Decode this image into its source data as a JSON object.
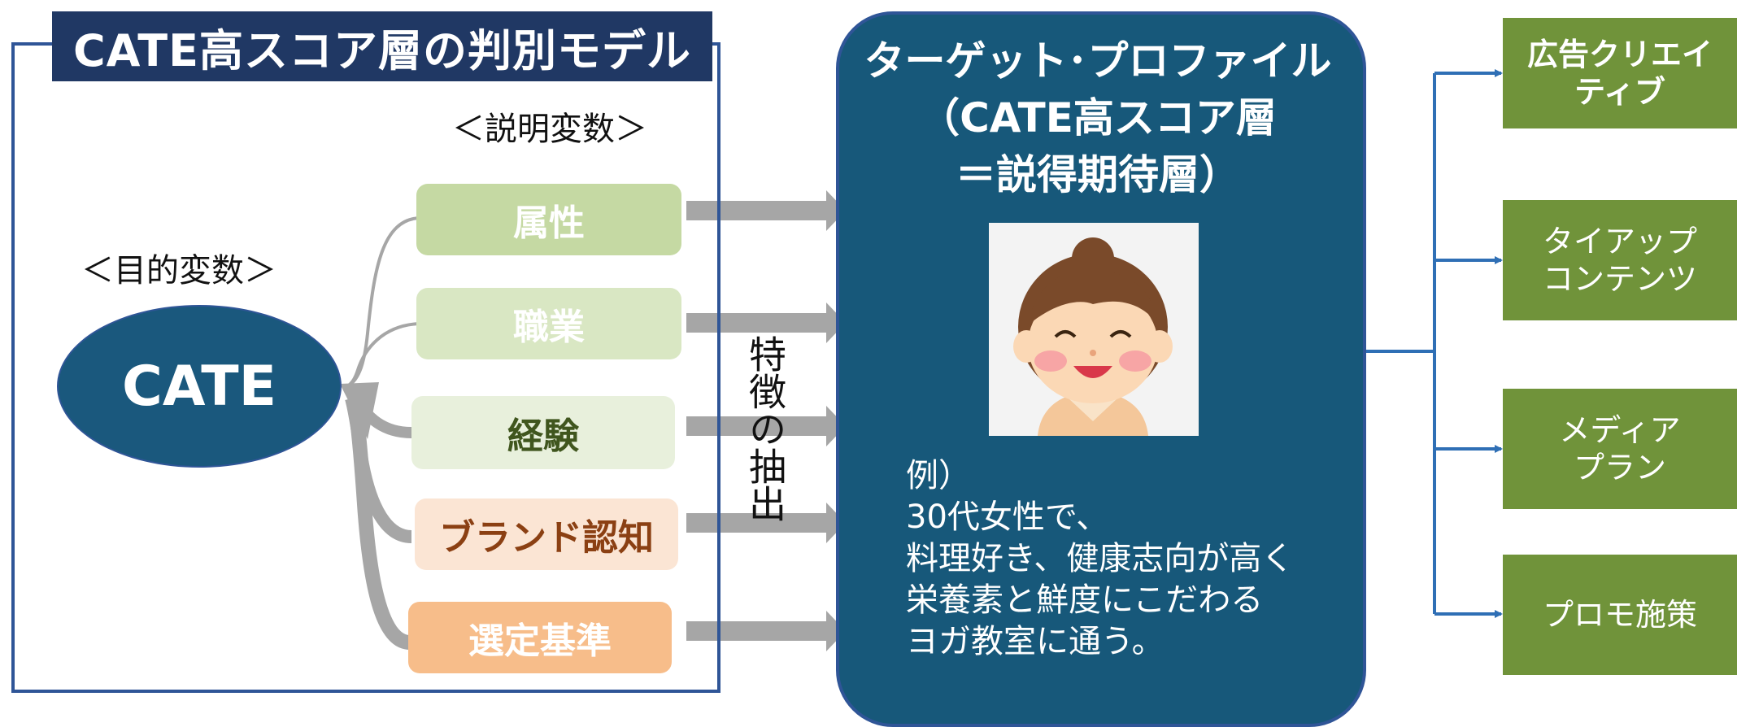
{
  "model": {
    "title": "CATE高スコア層の判別モデル",
    "target_label": "＜目的変数＞",
    "explanatory_label": "＜説明変数＞",
    "cate_label": "CATE",
    "variables": [
      "属性",
      "職業",
      "経験",
      "ブランド認知",
      "選定基準"
    ],
    "extraction_label": "特徴の抽出"
  },
  "profile": {
    "title_lines": [
      "ターゲット･プロファイル",
      "（CATE高スコア層",
      "＝説得期待層）"
    ],
    "example_lines": [
      "例）",
      "30代女性で、",
      "料理好き、健康志向が高く",
      "栄養素と鮮度にこだわる",
      "ヨガ教室に通う。"
    ]
  },
  "outputs": [
    {
      "lines": [
        "広告クリエイ",
        "ティブ"
      ]
    },
    {
      "lines": [
        "タイアップ",
        "コンテンツ"
      ]
    },
    {
      "lines": [
        "メディア",
        "プラン"
      ]
    },
    {
      "lines": [
        "プロモ施策"
      ]
    }
  ],
  "colors": {
    "navy": "#203864",
    "profile_blue": "#17587a",
    "frame_blue": "#2f5597",
    "output_green": "#70933a",
    "arrow_gray": "#a6a6a6"
  }
}
